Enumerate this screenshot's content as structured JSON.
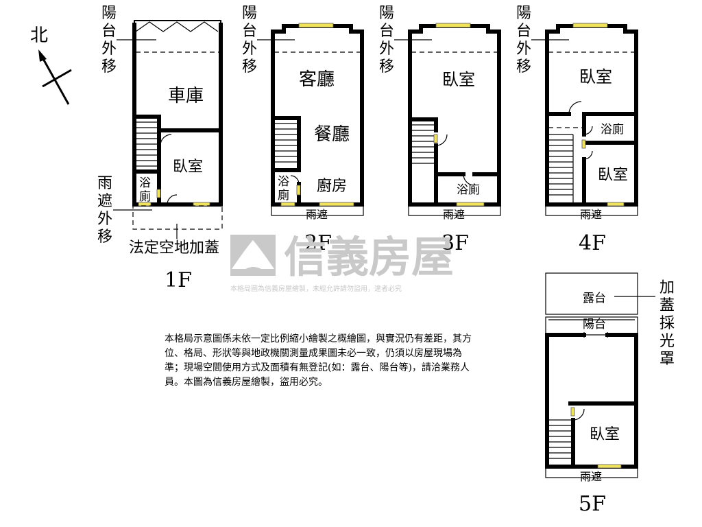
{
  "north": "北",
  "balcony_extend": "陽台外移",
  "canopy_extend": "雨遮外移",
  "rooms": {
    "garage": "車庫",
    "bedroom": "臥室",
    "bath": "浴廁",
    "living": "客廳",
    "dining": "餐廳",
    "kitchen": "廚房",
    "canopy": "雨遮",
    "terrace": "露台",
    "balcony": "陽台"
  },
  "legal_space": "法定空地加蓋",
  "skylight": "加蓋採光罩",
  "floors": [
    "1F",
    "2F",
    "3F",
    "4F",
    "5F"
  ],
  "watermark": {
    "brand": "信義房屋",
    "notice": "本格局圖為信義房屋繪製，未經允許請勿盜用，違者必究"
  },
  "disclaimer": "本格局示意圖係未依一定比例縮小繪製之概繪圖，與實況仍有差距，其方位、格局、形狀等與地政機關測量成果圖未必一致，仍須以房屋現場為準；現場空間使用方式及面積有無登記(如：露台、陽台等)，請洽業務人員。本圖為信義房屋繪製，盜用必究。"
}
